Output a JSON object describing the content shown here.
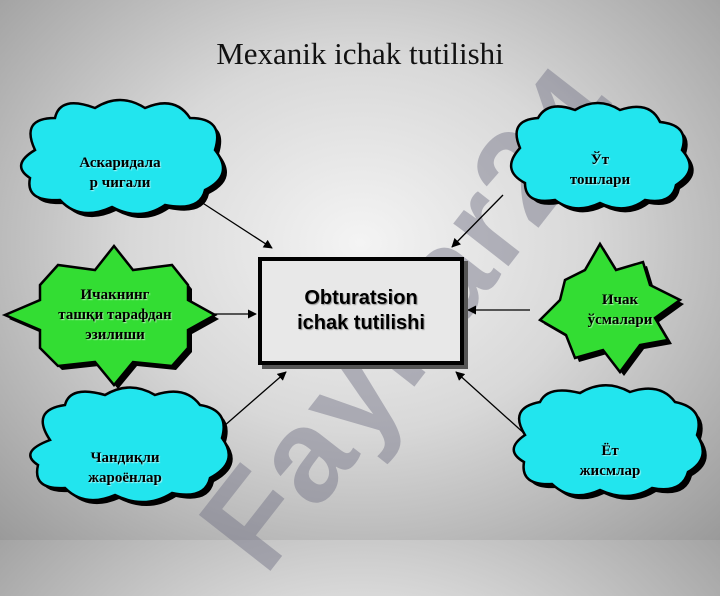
{
  "title": "Mexanik ichak tutilishi",
  "watermark": "Fayllar24",
  "center": {
    "line1": "Obturatsion",
    "line2": "ichak tutilishi"
  },
  "nodes": {
    "ascarid": {
      "line1": "Аскаридала",
      "line2": "р чигали"
    },
    "gallstones": {
      "line1": "Ўт",
      "line2": "тошлари"
    },
    "external_compression": {
      "line1": "Ичакнинг",
      "line2": "ташқи тарафдан",
      "line3": "эзилиши"
    },
    "intestinal_tumors": {
      "line1": "Ичак",
      "line2": "ўсмалари"
    },
    "scar_adhesions": {
      "line1": "Чандиқли",
      "line2": "жароёнлар"
    },
    "foreign_bodies": {
      "line1": "Ёт",
      "line2": "жисмлар"
    }
  },
  "colors": {
    "cloud_fill": "#22e5ee",
    "star_fill": "#33dd33",
    "outline": "#000000"
  }
}
